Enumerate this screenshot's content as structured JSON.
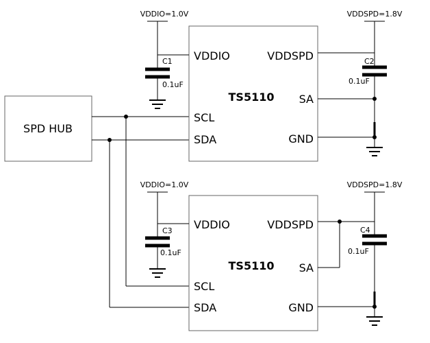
{
  "spd_hub": {
    "label": "SPD HUB"
  },
  "chip_top": {
    "name": "TS5110",
    "pin_vddio": "VDDIO",
    "pin_scl": "SCL",
    "pin_sda": "SDA",
    "pin_vddspd": "VDDSPD",
    "pin_sa": "SA",
    "pin_gnd": "GND",
    "supply_left": "VDDIO=1.0V",
    "supply_right": "VDDSPD=1.8V",
    "cap_left": {
      "ref": "C1",
      "value": "0.1uF"
    },
    "cap_right": {
      "ref": "C2",
      "value": "0.1uF"
    }
  },
  "chip_bottom": {
    "name": "TS5110",
    "pin_vddio": "VDDIO",
    "pin_scl": "SCL",
    "pin_sda": "SDA",
    "pin_vddspd": "VDDSPD",
    "pin_sa": "SA",
    "pin_gnd": "GND",
    "supply_left": "VDDIO=1.0V",
    "supply_right": "VDDSPD=1.8V",
    "cap_left": {
      "ref": "C3",
      "value": "0.1uF"
    },
    "cap_right": {
      "ref": "C4",
      "value": "0.1uF"
    }
  }
}
